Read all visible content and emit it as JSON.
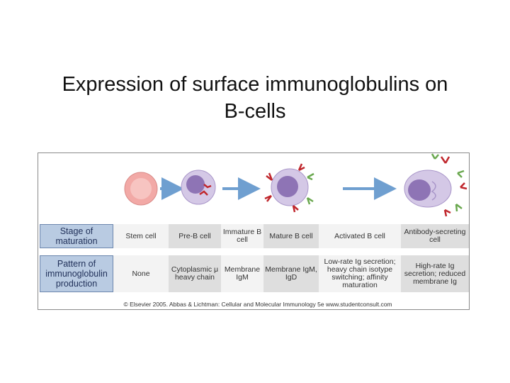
{
  "slide": {
    "title_line1": "Expression of surface immunoglobulins on",
    "title_line2": "B-cells"
  },
  "figure": {
    "row_headers": [
      "Stage of maturation",
      "Pattern of immunoglobulin production"
    ],
    "stages": [
      "Stem cell",
      "Pre-B cell",
      "Immature B cell",
      "Mature B cell",
      "Activated B cell",
      "Antibody-secreting cell"
    ],
    "production": [
      "None",
      "Cytoplasmic μ heavy chain",
      "Membrane IgM",
      "Membrane IgM, IgD",
      "Low-rate Ig secretion; heavy chain isotype switching; affinity maturation",
      "High-rate Ig secretion; reduced membrane Ig"
    ],
    "credit": "© Elsevier 2005. Abbas & Lichtman: Cellular and Molecular Immunology 5e www.studentconsult.com",
    "colors": {
      "header_fill": "#b9cbe2",
      "header_border": "#6c86ad",
      "header_text": "#1f2f58",
      "arrow": "#6f9fd0",
      "stem_cell": "#f2a9a6",
      "b_cell": "#c7b9dc",
      "nucleus": "#8e74b5",
      "ig_heavy": "#c0272d",
      "ig_light": "#6aa84f"
    }
  }
}
